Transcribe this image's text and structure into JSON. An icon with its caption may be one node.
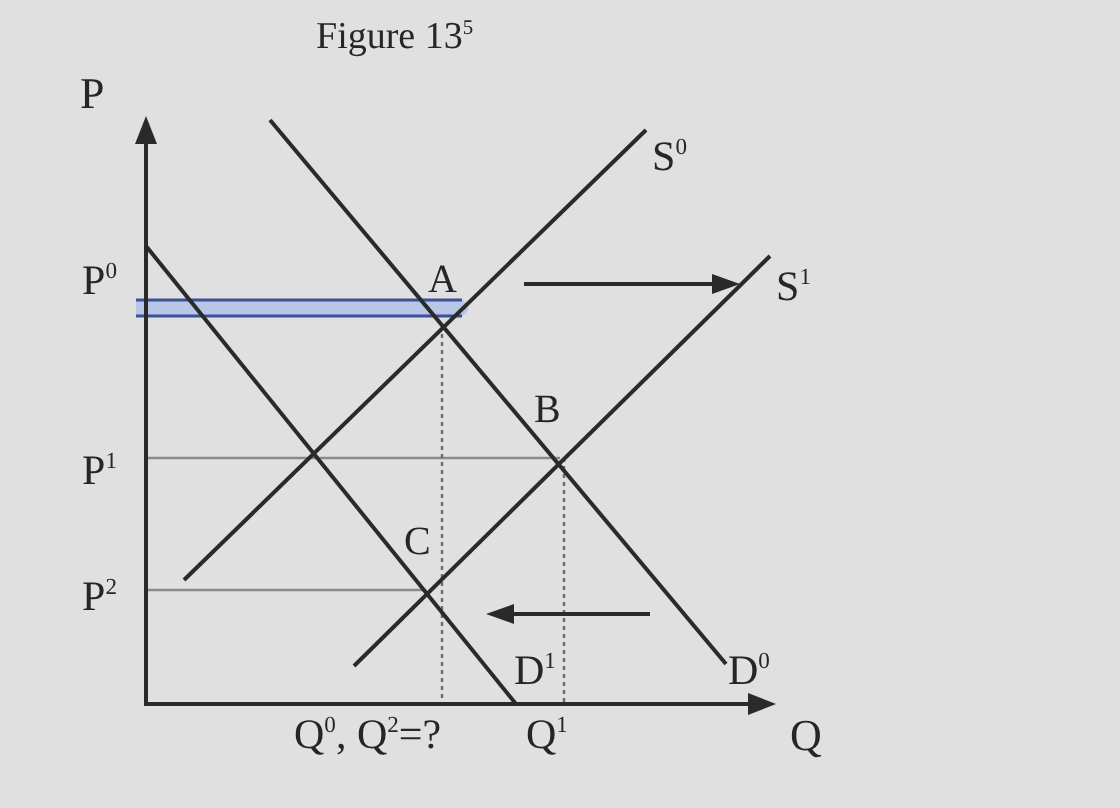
{
  "diagram": {
    "title": "Figure 13$^{5}$",
    "labels": [
      "P",
      "S$^{0}$",
      "P$^{0}$",
      "A",
      "S$^{1}$",
      "B",
      "P$^{1}$",
      "C",
      "P$^{2}$",
      "D$^{1}$",
      "D$^{0}$",
      "Q$^{0}$, Q$^{2}$=?",
      "Q$^{1}$",
      "Q"
    ]
  }
}
